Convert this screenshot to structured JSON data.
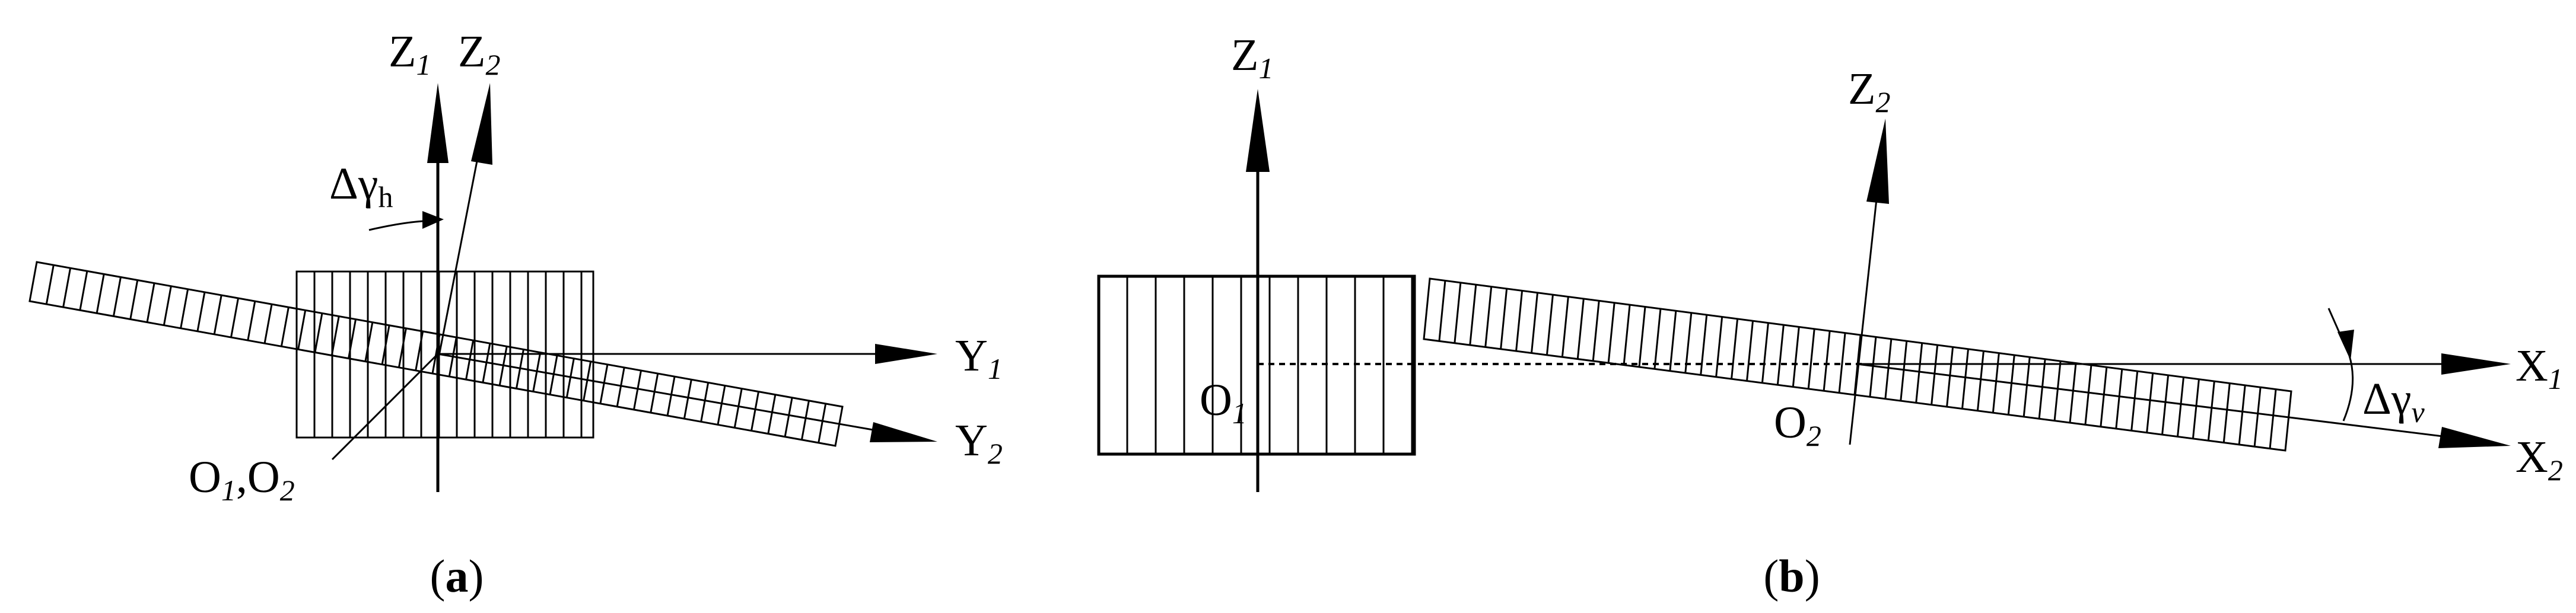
{
  "panel_a": {
    "z1": {
      "base": "Z",
      "sub": "1"
    },
    "z2": {
      "base": "Z",
      "sub": "2"
    },
    "y1": {
      "base": "Y",
      "sub": "1"
    },
    "y2": {
      "base": "Y",
      "sub": "2"
    },
    "angle": {
      "base": "Δγ",
      "sub": "h"
    },
    "origin": {
      "o1": "O",
      "o1_sub": "1",
      "comma": ",",
      "o2": "O",
      "o2_sub": "2"
    },
    "caption": {
      "open": "(",
      "letter": "a",
      "close": ")"
    }
  },
  "panel_b": {
    "z1": {
      "base": "Z",
      "sub": "1"
    },
    "z2": {
      "base": "Z",
      "sub": "2"
    },
    "x1": {
      "base": "X",
      "sub": "1"
    },
    "x2": {
      "base": "X",
      "sub": "2"
    },
    "angle": {
      "base": "Δγ",
      "sub": "v"
    },
    "o1": {
      "base": "O",
      "sub": "1"
    },
    "o2": {
      "base": "O",
      "sub": "2"
    },
    "caption": {
      "open": "(",
      "letter": "b",
      "close": ")"
    }
  }
}
